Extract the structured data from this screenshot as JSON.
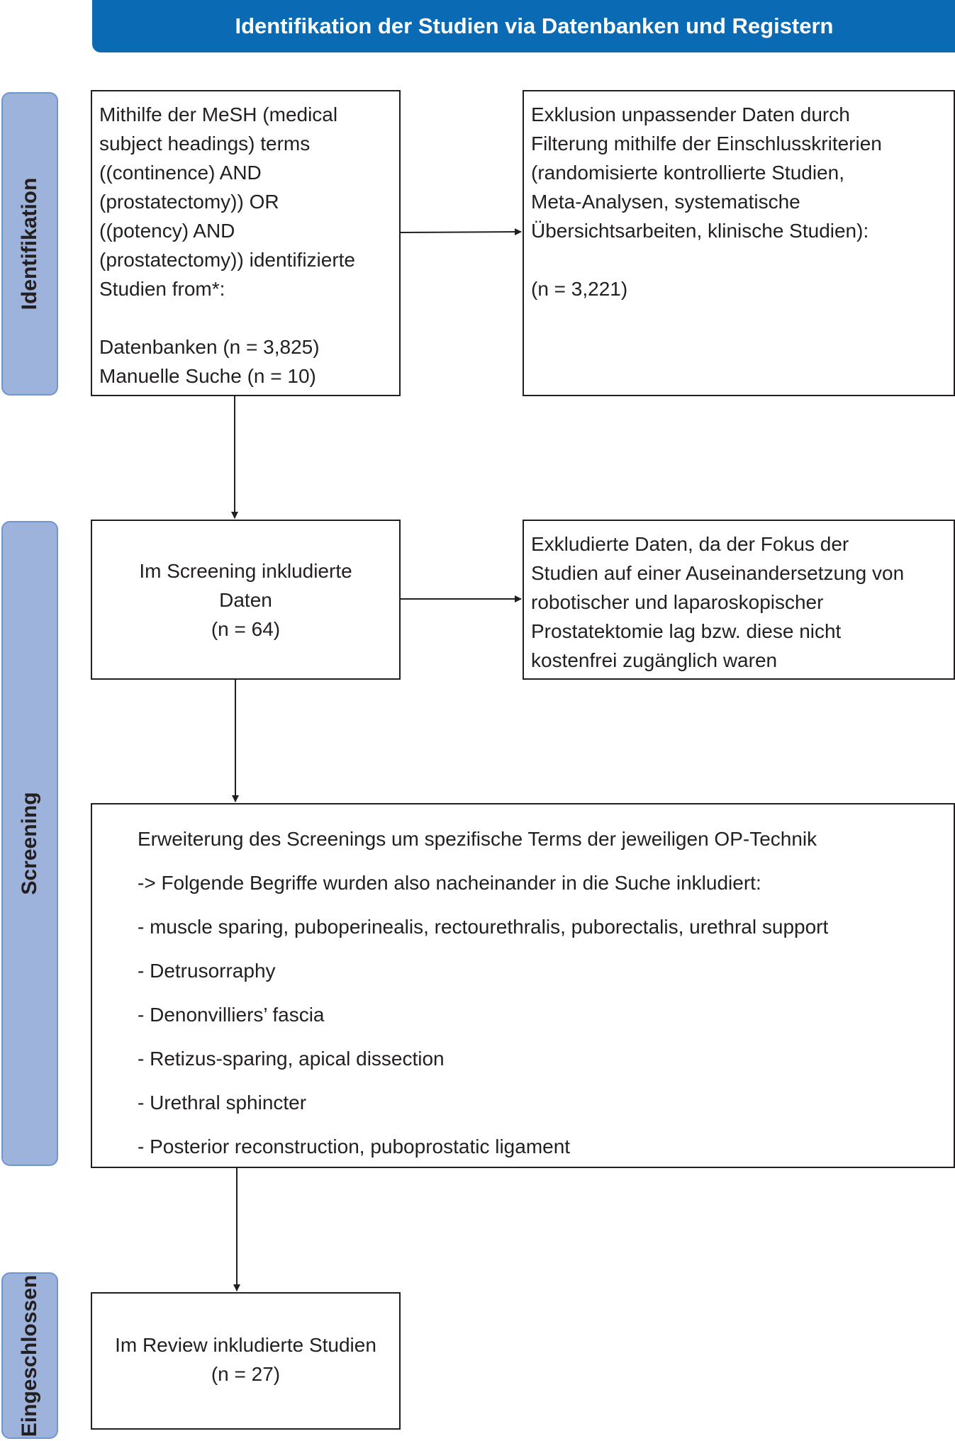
{
  "header": {
    "title": "Identifikation der Studien via Datenbanken und Registern"
  },
  "stages": {
    "identification": "Identifikation",
    "screening": "Screening",
    "included": "Eingeschlossen"
  },
  "boxes": {
    "identified": {
      "lines": [
        "Mithilfe der MeSH (medical",
        "subject headings) terms",
        "((continence) AND",
        "(prostatectomy)) OR",
        "((potency) AND",
        "(prostatectomy)) identifizierte",
        "Studien from*:",
        "",
        "Datenbanken (n = 3,825)",
        "Manuelle Suche (n = 10)"
      ]
    },
    "excluded_filter": {
      "lines": [
        "Exklusion unpassender Daten durch",
        "Filterung mithilfe der Einschlusskriterien",
        "(randomisierte kontrollierte Studien,",
        "Meta-Analysen, systematische",
        "Übersichtsarbeiten, klinische Studien):",
        "",
        "(n = 3,221)"
      ]
    },
    "screened": {
      "lines": [
        "Im Screening inkludierte",
        "Daten",
        "(n = 64)"
      ]
    },
    "excluded_focus": {
      "lines": [
        "Exkludierte Daten, da der Fokus der",
        "Studien auf einer Auseinandersetzung von",
        "robotischer und laparoskopischer",
        "Prostatektomie lag bzw. diese nicht",
        "kostenfrei zugänglich waren"
      ]
    },
    "extended": {
      "lines": [
        "Erweiterung des Screenings um spezifische Terms der jeweiligen OP-Technik",
        "-> Folgende Begriffe wurden also nacheinander in die Suche inkludiert:",
        "- muscle sparing, puboperinealis, rectourethralis, puborectalis, urethral support",
        "- Detrusorraphy",
        "- Denonvilliers’ fascia",
        "- Retizus-sparing, apical dissection",
        "- Urethral sphincter",
        "- Posterior reconstruction, puboprostatic ligament"
      ]
    },
    "included": {
      "lines": [
        "Im Review inkludierte Studien",
        "(n = 27)"
      ]
    }
  }
}
